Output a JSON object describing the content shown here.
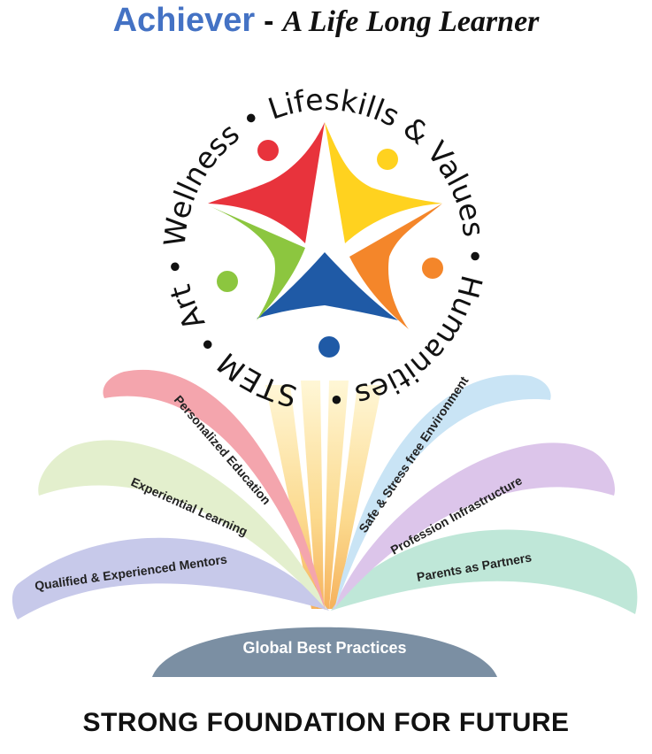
{
  "title": {
    "main": "Achiever",
    "separator": "-",
    "subtitle": "A Life Long Learner"
  },
  "ring": {
    "items": [
      "STEM",
      "Art",
      "Wellness",
      "Lifeskills & Values",
      "Humanities"
    ],
    "separator": "•"
  },
  "fan": {
    "left": [
      {
        "label": "Personalized Education",
        "color": "#f4a5ad"
      },
      {
        "label": "Experiential Learning",
        "color": "#e3efcd"
      },
      {
        "label": "Qualified & Experienced Mentors",
        "color": "#c7c9ea"
      }
    ],
    "right": [
      {
        "label": "Safe & Stress free Environment",
        "color": "#c9e4f5"
      },
      {
        "label": "Profession Infrastructure",
        "color": "#dcc5ea"
      },
      {
        "label": "Parents as Partners",
        "color": "#bfe7d8"
      }
    ]
  },
  "base": {
    "label": "Global Best Practices",
    "color": "#7b8fa3"
  },
  "footer": "STRONG FOUNDATION FOR FUTURE",
  "star_colors": {
    "top": "#e8333c",
    "right_top": "#ffd21f",
    "right_bottom": "#f4862a",
    "bottom": "#1f5aa6",
    "left": "#8cc63f"
  }
}
